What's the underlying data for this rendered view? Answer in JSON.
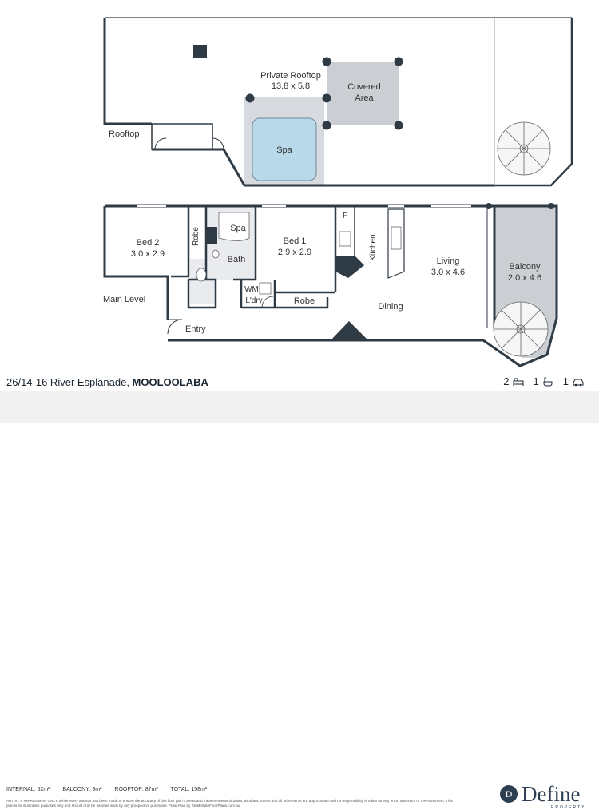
{
  "plan": {
    "rooftop": {
      "private_rooftop_label": "Private Rooftop",
      "private_rooftop_dims": "13.8 x 5.8",
      "covered_area_line1": "Covered",
      "covered_area_line2": "Area",
      "spa_label": "Spa",
      "rooftop_label": "Rooftop"
    },
    "main": {
      "bed2_label": "Bed 2",
      "bed2_dims": "3.0 x 2.9",
      "robe_vertical_label": "Robe",
      "spa_label": "Spa",
      "bath_label": "Bath",
      "bed1_label": "Bed 1",
      "bed1_dims": "2.9 x 2.9",
      "fridge_label": "F",
      "kitchen_label": "Kitchen",
      "living_label": "Living",
      "living_dims": "3.0 x 4.6",
      "balcony_label": "Balcony",
      "balcony_dims": "2.0 x 4.6",
      "wm_label": "WM",
      "laundry_label": "L'dry",
      "robe_label": "Robe",
      "dining_label": "Dining",
      "main_level_label": "Main Level",
      "entry_label": "Entry"
    },
    "colors": {
      "wall": "#2e3a44",
      "spa_water": "#b7d9ea",
      "covered_area": "#cbcfd4",
      "balcony": "#cbcfd4",
      "wet_area": "#e9ebee"
    }
  },
  "listing": {
    "address": "26/14-16 River Esplanade, ",
    "suburb": "MOOLOOLABA",
    "bedrooms": "2",
    "bathrooms": "1",
    "parking": "1",
    "bed_icon": "bed-icon",
    "bath_icon": "bath-icon",
    "car_icon": "car-icon"
  },
  "footer": {
    "internal": "INTERNAL: 62m²",
    "balcony": "BALCONY: 9m²",
    "rooftop": "ROOFTOP: 87m²",
    "total": "TOTAL: 158m²",
    "disclaimer": "ARTIST'S IMPRESSION ONLY. While every attempt has been made to ensure the accuracy of this floor plan's areas and measurements of doors, windows, rooms and all other items are approximate and no responsibility is taken for any error, omission, or mis-statement. This plan is for illustrative purposes only and should only be used as such by any prospective purchaser. Floor Plan by RealEstateFloorPlans.com.au",
    "logo_initial": "D",
    "brand": "Define",
    "brand_sub": "PROPERTY"
  }
}
